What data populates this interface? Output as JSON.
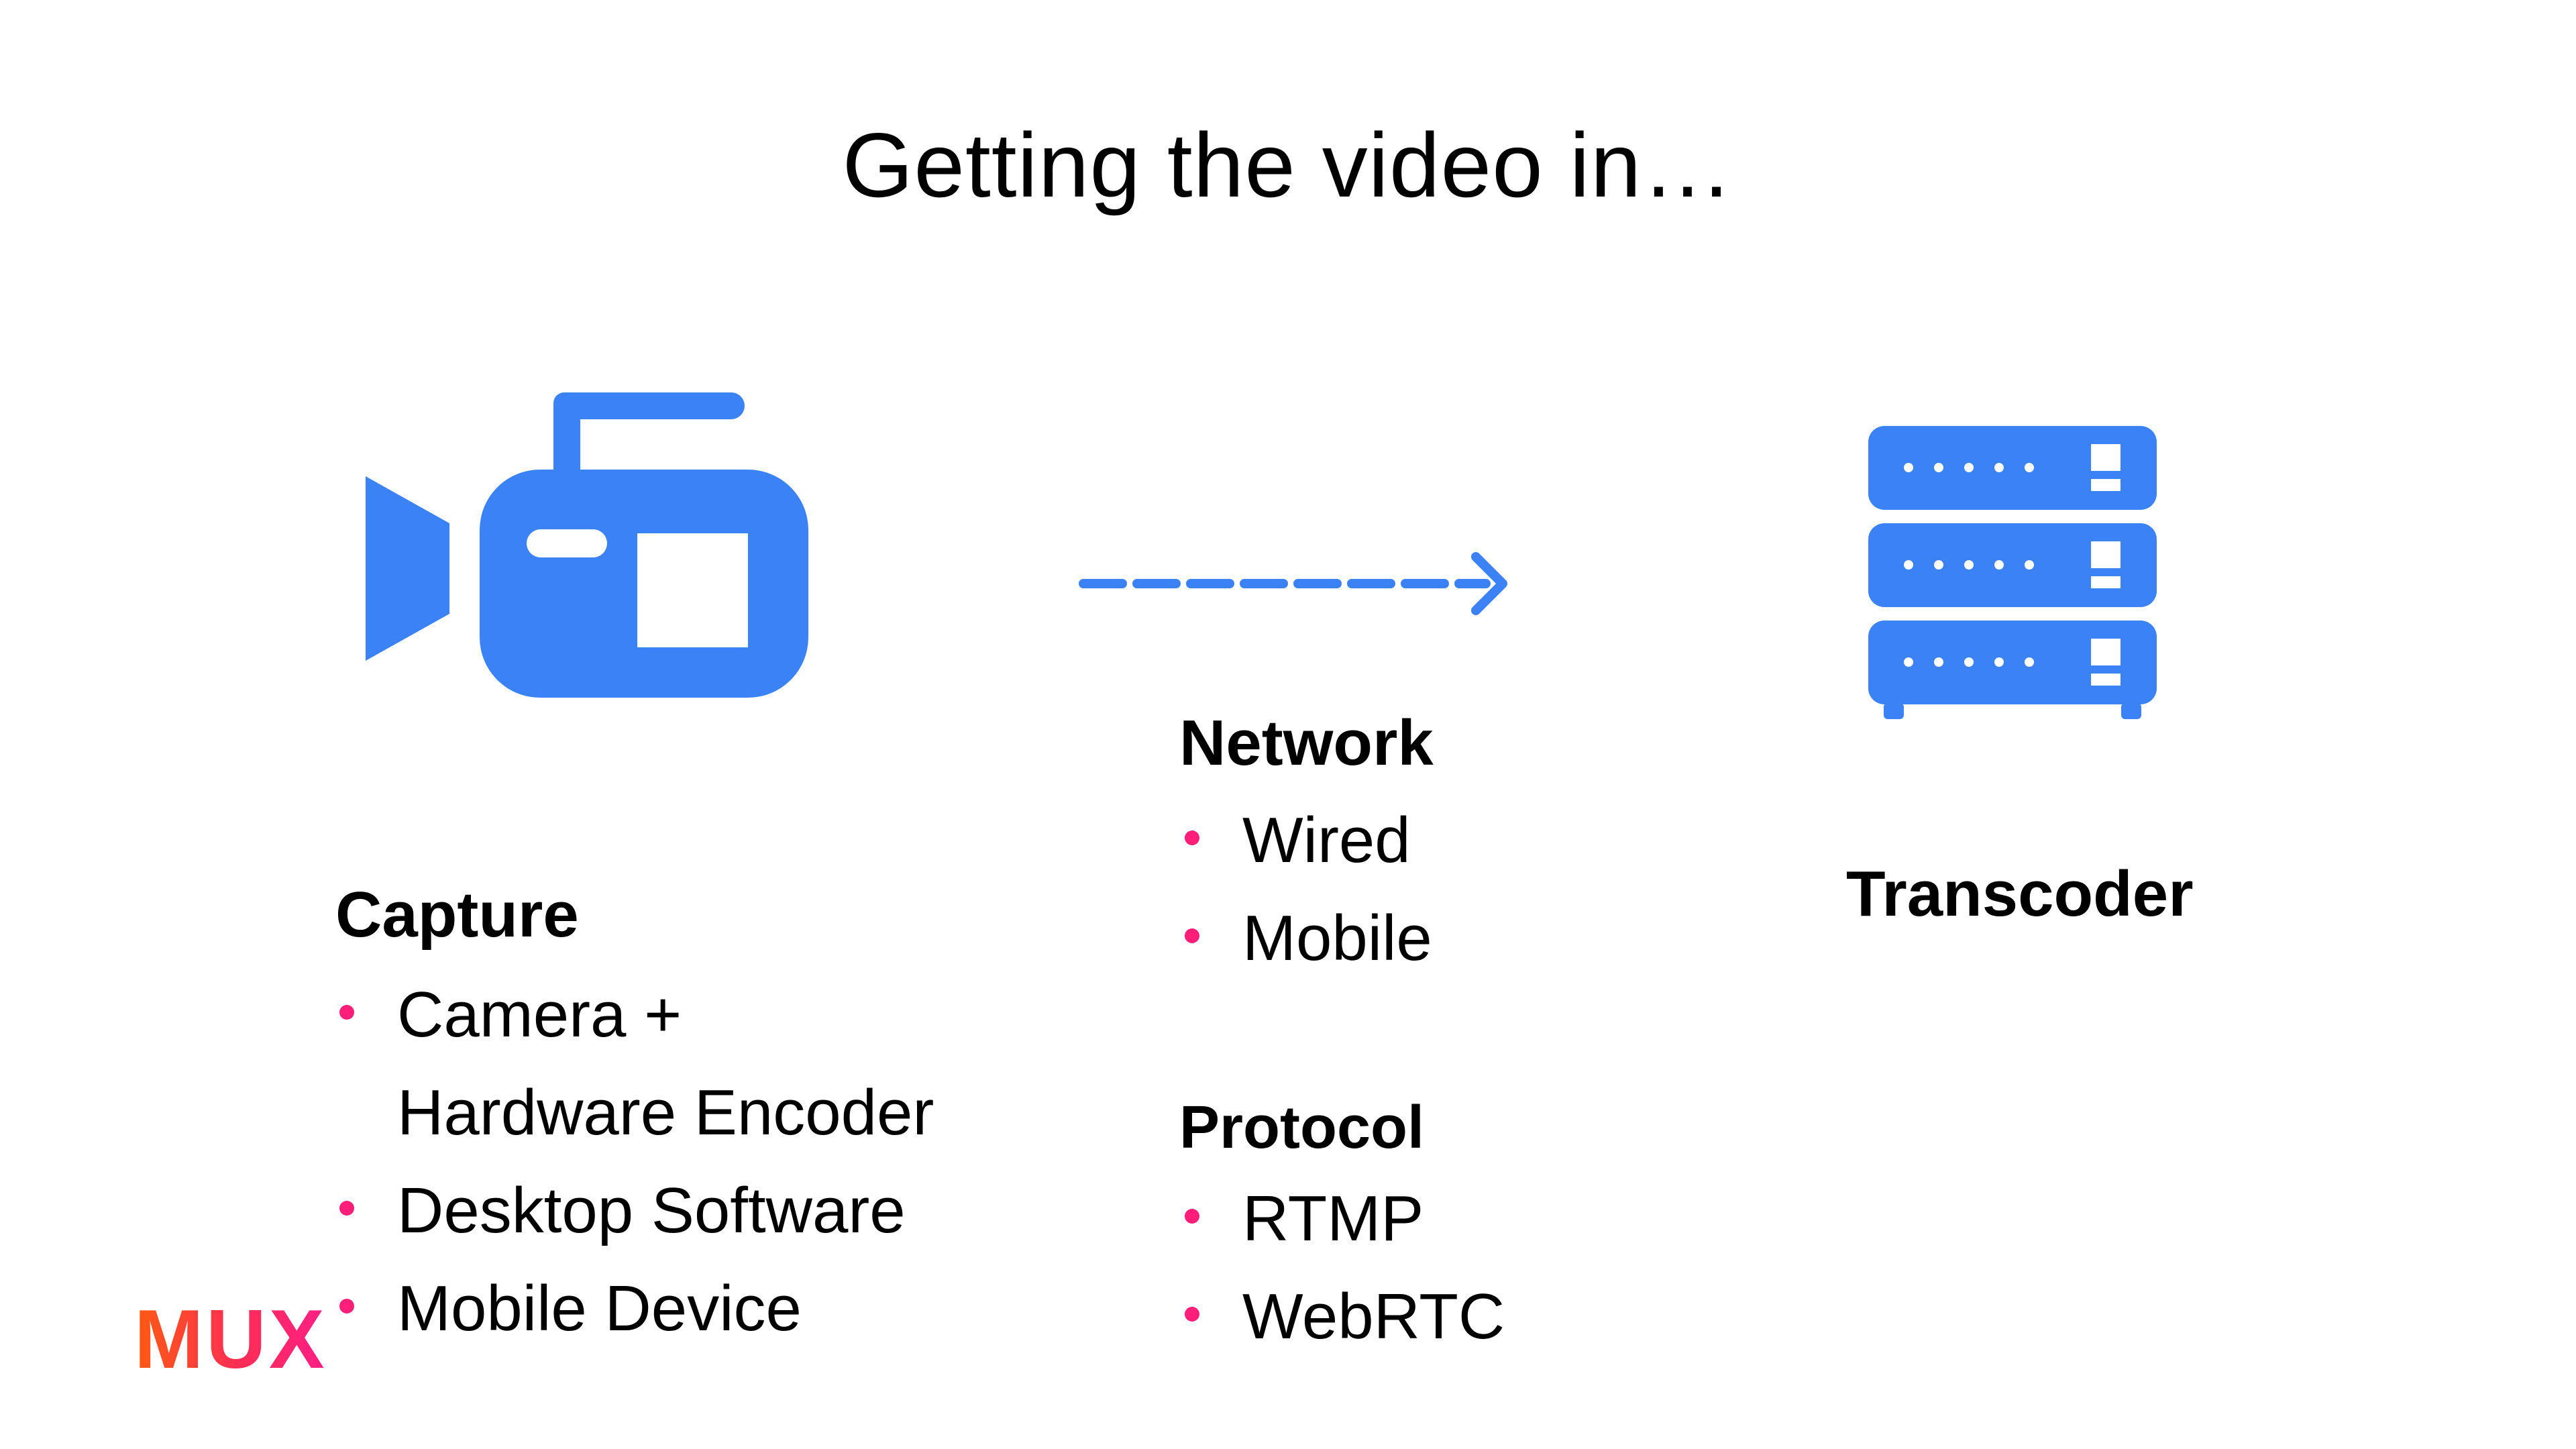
{
  "slide": {
    "title": "Getting the video in…"
  },
  "capture": {
    "heading": "Capture",
    "items": [
      "Camera +",
      "Hardware Encoder",
      "Desktop Software",
      "Mobile Device"
    ]
  },
  "network": {
    "heading": "Network",
    "items": [
      "Wired",
      "Mobile"
    ]
  },
  "protocol": {
    "heading": "Protocol",
    "items": [
      "RTMP",
      "WebRTC"
    ]
  },
  "transcoder": {
    "label": "Transcoder"
  },
  "logo": {
    "text": "MUX"
  },
  "icons": {
    "capture": "video-camera-icon",
    "flow": "dashed-arrow-icon",
    "transcoder": "server-stack-icon"
  },
  "colors": {
    "icon_blue": "#3b82f6",
    "bullet_pink": "#ff1f7a",
    "logo_orange": "#ff5a12",
    "logo_pink": "#ff1f88",
    "text": "#000000"
  }
}
